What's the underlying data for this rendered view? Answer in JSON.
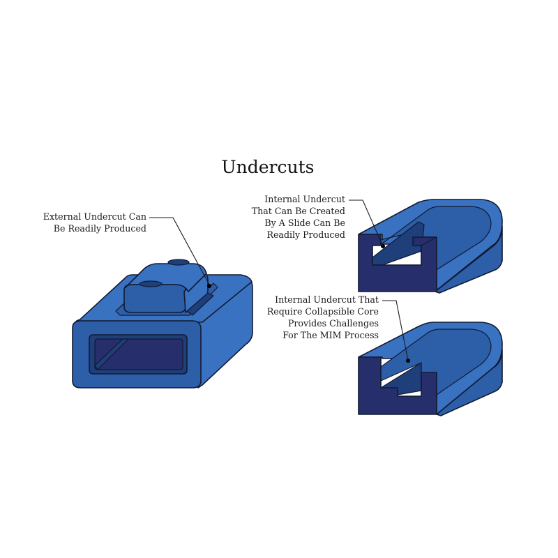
{
  "diagram": {
    "title": "Undercuts",
    "callouts": {
      "external": {
        "lines": [
          "External Undercut Can",
          "Be Readily Produced"
        ]
      },
      "slide": {
        "lines": [
          "Internal Undercut",
          "That Can Be Created",
          "By A Slide Can Be",
          "Readily Produced"
        ]
      },
      "collapsible": {
        "lines": [
          "Internal Undercut That",
          "Require Collapsible Core",
          "Provides Challenges",
          "For The MIM Process"
        ]
      }
    },
    "colors": {
      "face_light": "#3a72c2",
      "face_mid": "#2d5ea8",
      "face_dark": "#1e3f7a",
      "face_deep": "#262e6c",
      "outline": "#121a33",
      "text": "#1a1a1a"
    }
  }
}
